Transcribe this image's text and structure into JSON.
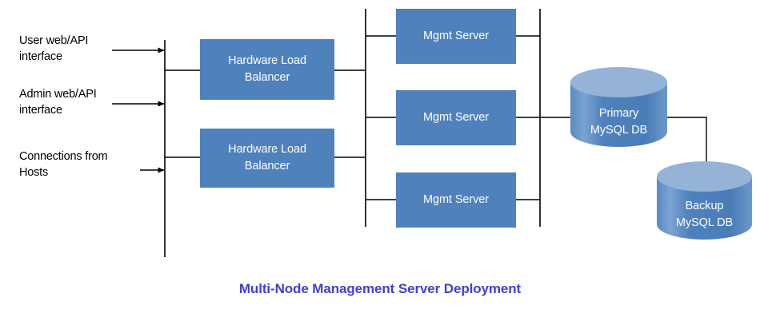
{
  "diagram": {
    "title": "Multi-Node Management Server Deployment",
    "title_color": "#4040d0",
    "background_color": "#ffffff",
    "node_fill_color": "#4f81bd",
    "cylinder_top_color": "#95b3d7",
    "node_text_color": "#ffffff",
    "line_color": "#000000"
  },
  "inputs": [
    {
      "label": "User web/API\ninterface"
    },
    {
      "label": "Admin web/API\ninterface"
    },
    {
      "label": "Connections from\nHosts"
    }
  ],
  "load_balancers": [
    {
      "label": "Hardware Load\nBalancer"
    },
    {
      "label": "Hardware Load\nBalancer"
    }
  ],
  "mgmt_servers": [
    {
      "label": "Mgmt Server"
    },
    {
      "label": "Mgmt Server"
    },
    {
      "label": "Mgmt Server"
    }
  ],
  "databases": [
    {
      "label": "Primary\nMySQL DB"
    },
    {
      "label": "Backup\nMySQL DB"
    }
  ]
}
